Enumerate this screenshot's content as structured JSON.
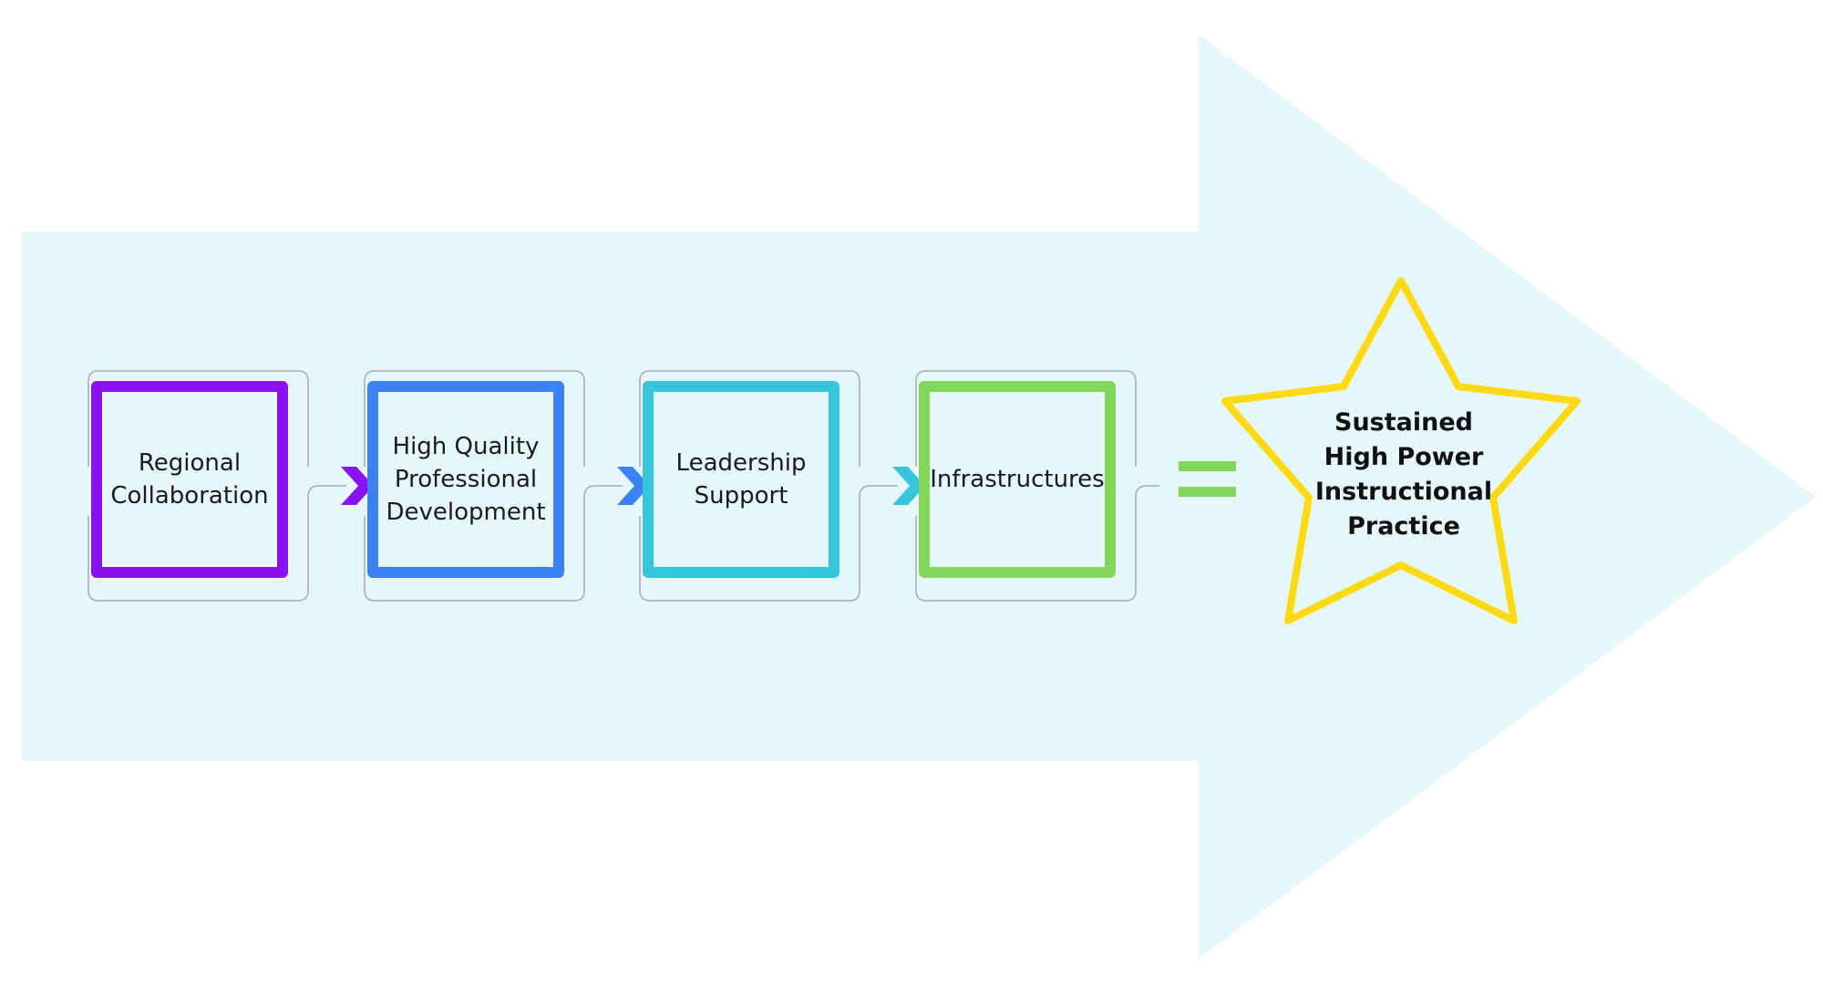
{
  "colors": {
    "background_arrow": "#e6f7f9",
    "bracket": "#aaaaaa",
    "step_1": "#8b12f0",
    "step_2": "#3b82f6",
    "step_3": "#36c6dc",
    "step_4": "#82d65a",
    "equals": "#82d65a",
    "star": "#fdd914"
  },
  "steps": [
    {
      "label": "Regional\nCollaboration"
    },
    {
      "label": "High Quality\nProfessional\nDevelopment"
    },
    {
      "label": "Leadership\nSupport"
    },
    {
      "label": "Infrastructures"
    }
  ],
  "goal": {
    "label": "Sustained\nHigh Power\nInstructional\nPractice"
  },
  "icons": {
    "connector": "chevron-right-icon",
    "result": "equals-icon",
    "goal": "star-icon"
  }
}
